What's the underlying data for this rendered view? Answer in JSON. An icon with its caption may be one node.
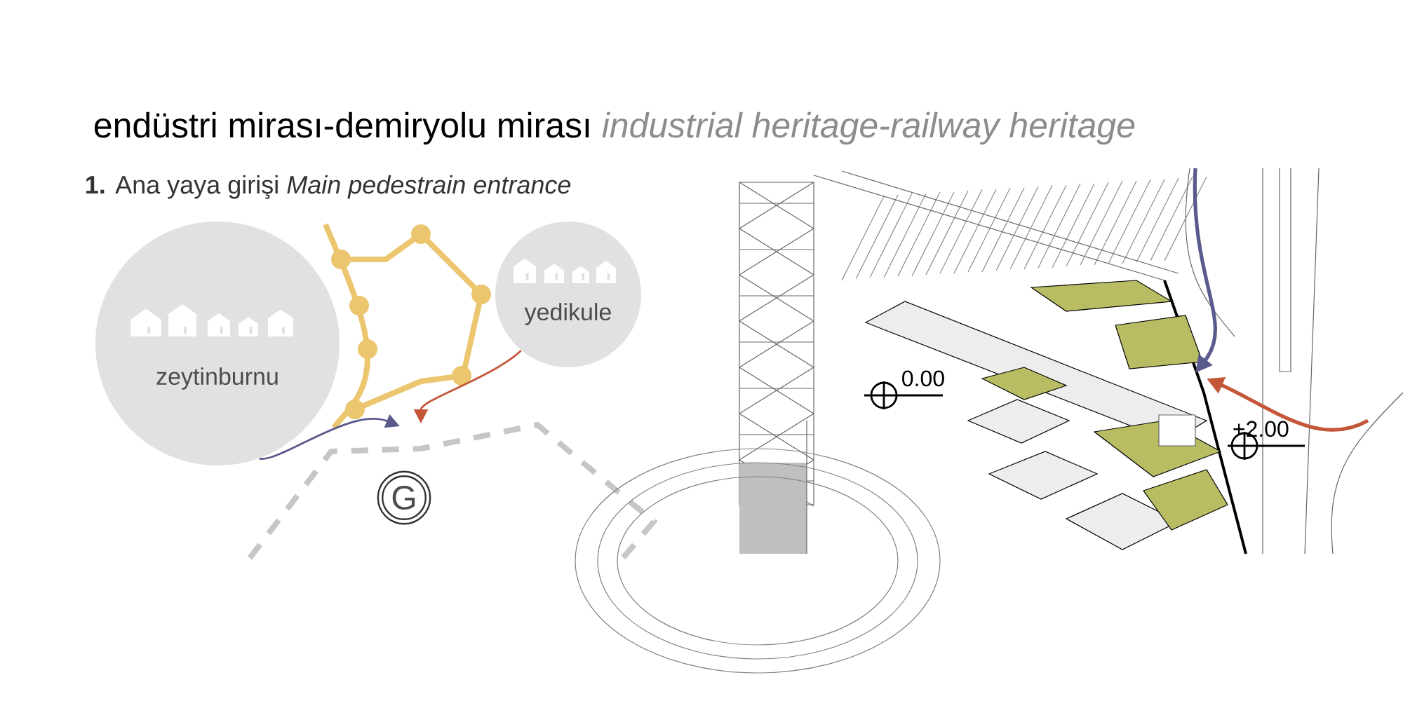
{
  "diagram": {
    "title": "endüstri mirası-demiryolu mirası",
    "nodes": [
      {
        "text": [
          "zeytinburnu"
        ]
      },
      {
        "text": [
          "yedikule"
        ]
      },
      {
        "text": [
          "G"
        ]
      }
    ],
    "edges": [
      {
        "from": 0,
        "to": null,
        "arrow": "to",
        "color": "#5b5a8c"
      },
      {
        "from": 1,
        "to": null,
        "arrow": "to",
        "color": "#c4563a"
      }
    ],
    "labels": [
      "industrial heritage-railway heritage",
      "**1.** Ana yaya girişi *Main pedestrain entrance*",
      "0.00",
      "+2.00"
    ]
  }
}
